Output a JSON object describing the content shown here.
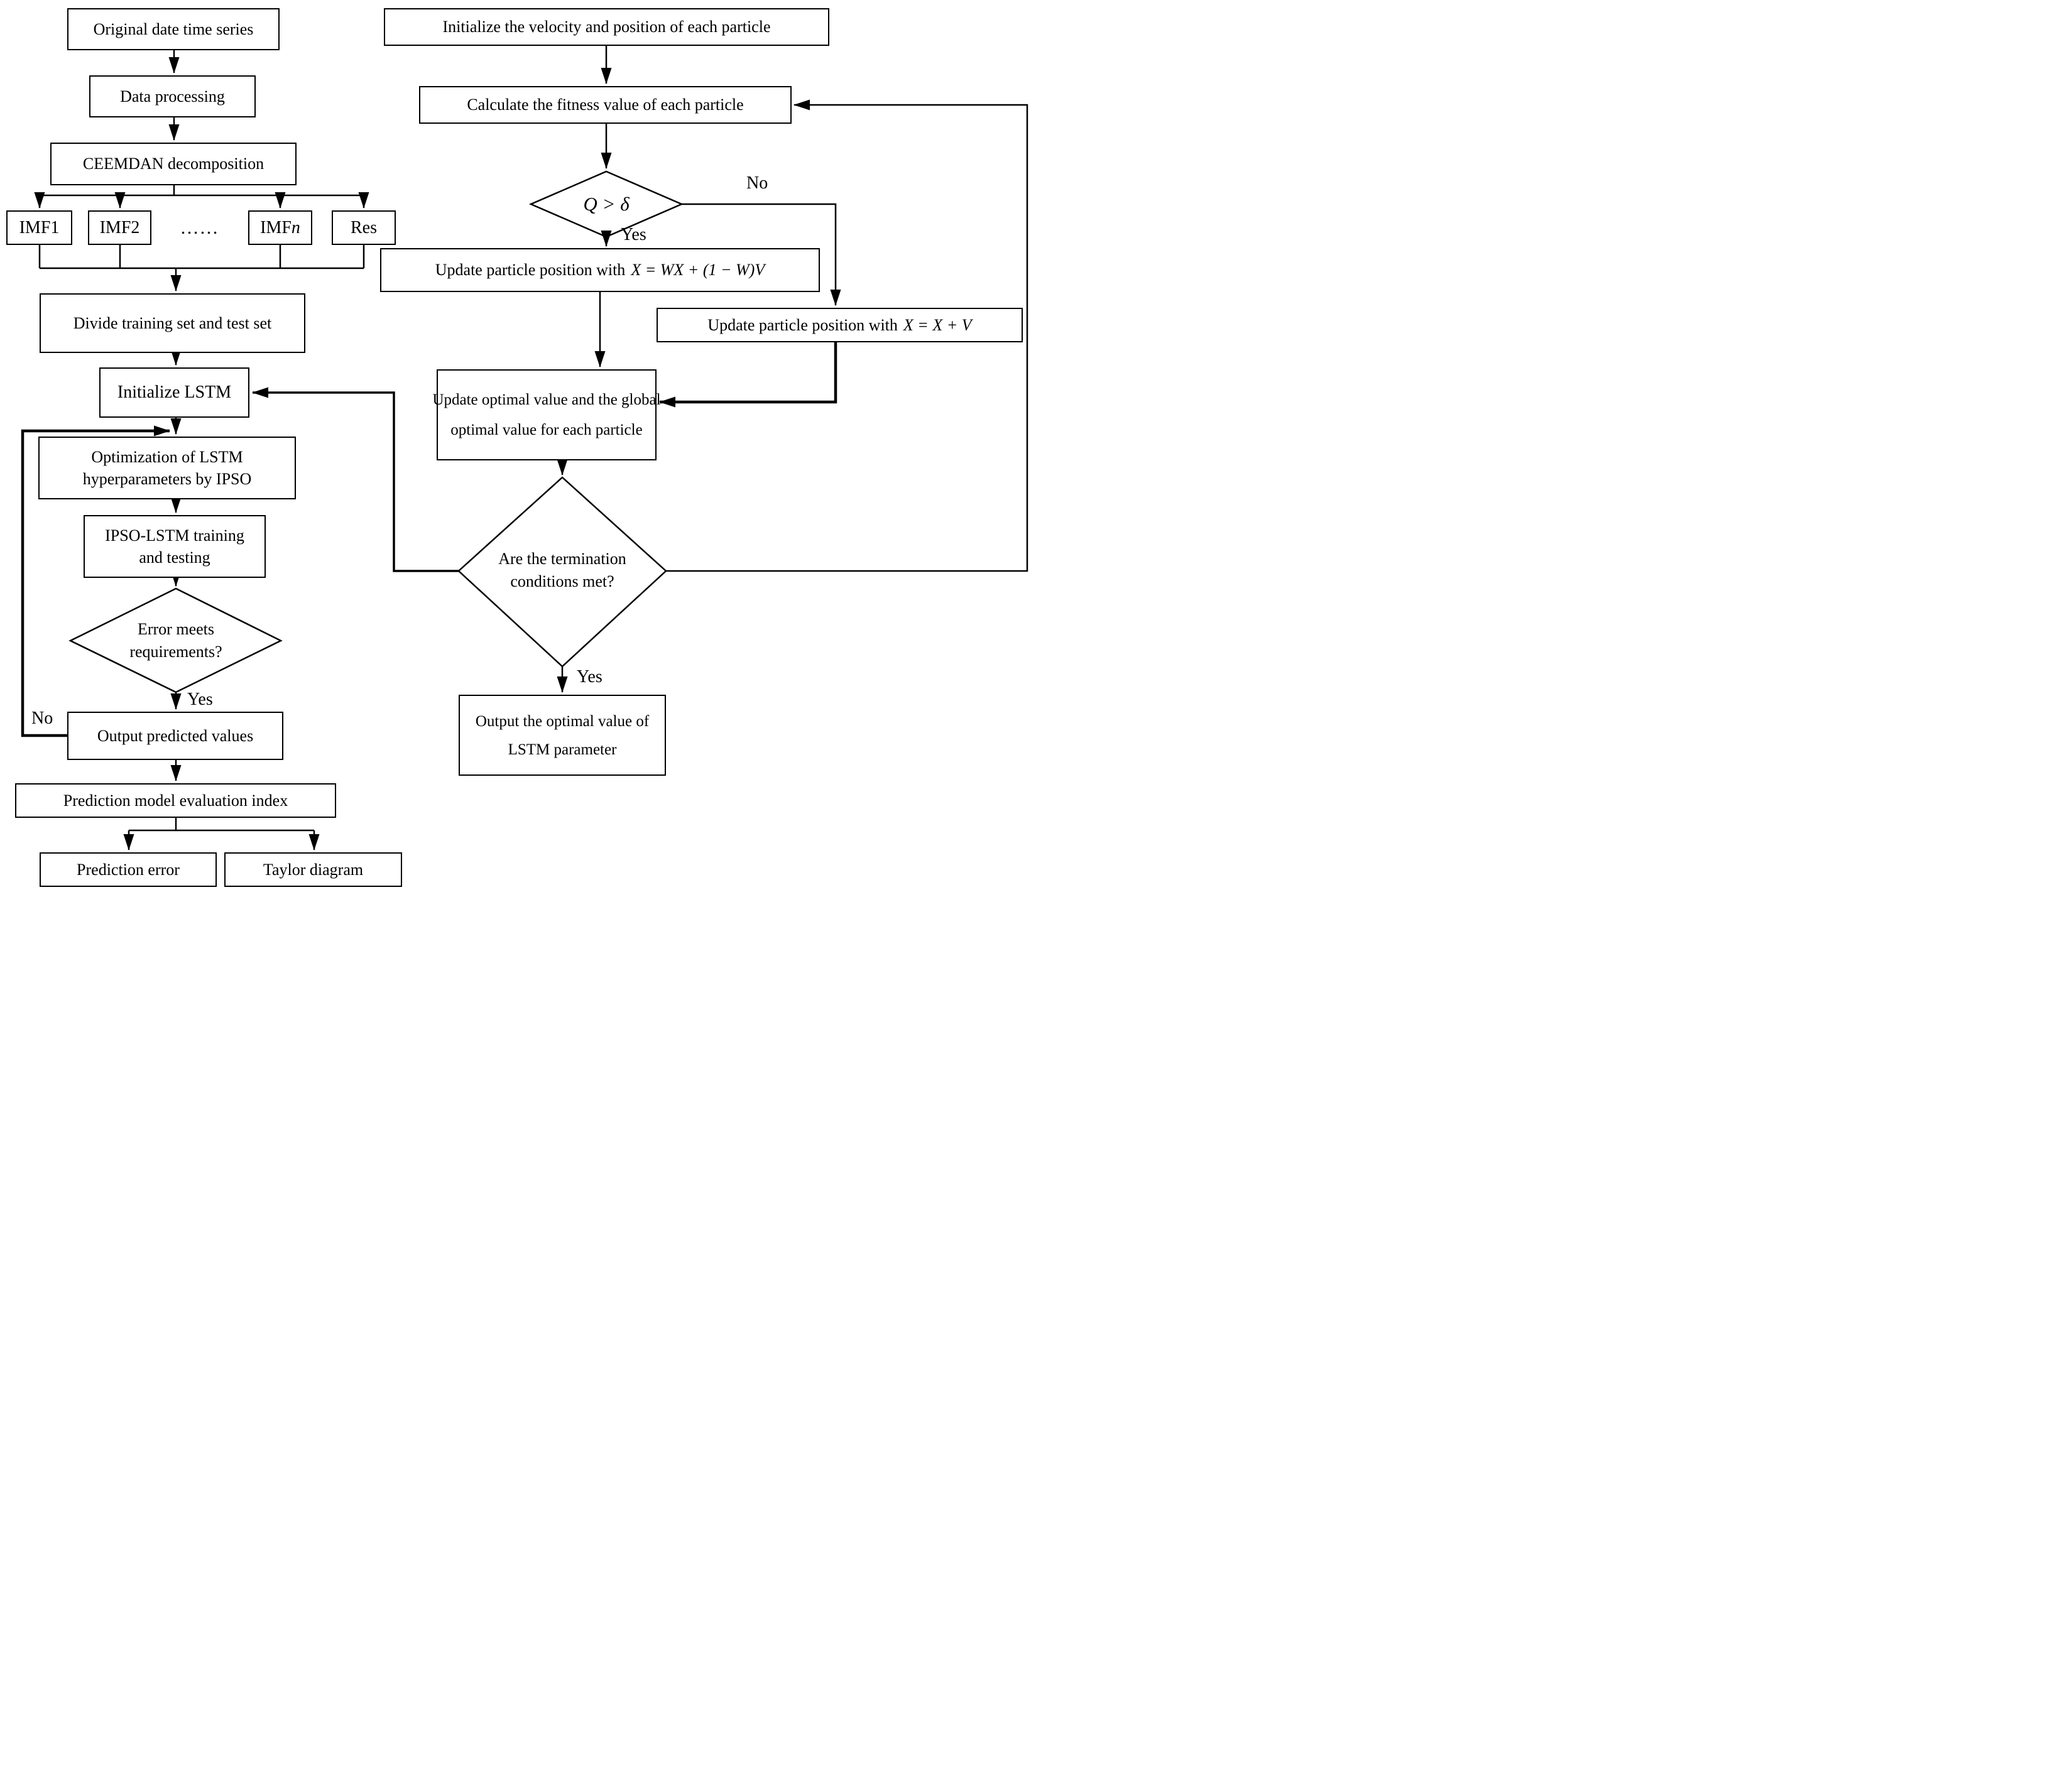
{
  "left": {
    "original_series": "Original date time series",
    "data_processing": "Data processing",
    "ceemdan": "CEEMDAN decomposition",
    "imf1": "IMF1",
    "imf2": "IMF2",
    "ellipsis": "……",
    "imfn_prefix": "IMF",
    "imfn_var": "n",
    "res": "Res",
    "divide": "Divide training set and test set",
    "init_lstm": "Initialize LSTM",
    "optimization_l1": "Optimization of LSTM",
    "optimization_l2": "hyperparameters by IPSO",
    "training_l1": "IPSO-LSTM training",
    "training_l2": "and testing",
    "error_diamond_l1": "Error meets",
    "error_diamond_l2": "requirements?",
    "error_yes": "Yes",
    "error_no": "No",
    "output_pred": "Output predicted values",
    "eval_index": "Prediction model evaluation index",
    "pred_error": "Prediction error",
    "taylor": "Taylor diagram"
  },
  "right": {
    "init_particles": "Initialize the velocity and position of each particle",
    "fitness": "Calculate the fitness value of each particle",
    "q_expr": "Q > δ",
    "q_yes": "Yes",
    "q_no": "No",
    "update_w_prefix": "Update particle position with",
    "update_w_formula": "X = WX + (1 − W)V",
    "update_v_prefix": "Update particle position with",
    "update_v_formula": "X = X + V",
    "update_opt_l1": "Update optimal value and the global",
    "update_opt_l2": "optimal value for each particle",
    "term_l1": "Are the termination",
    "term_l2": "conditions met?",
    "term_yes": "Yes",
    "output_opt_l1": "Output the optimal value of",
    "output_opt_l2": "LSTM parameter"
  }
}
